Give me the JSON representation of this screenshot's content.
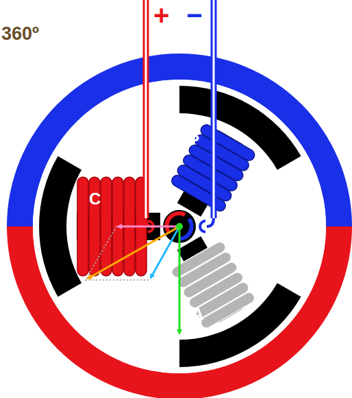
{
  "diagram": {
    "labels": [
      "360º",
      "+",
      "−",
      "B",
      "C",
      "A"
    ]
  }
}
